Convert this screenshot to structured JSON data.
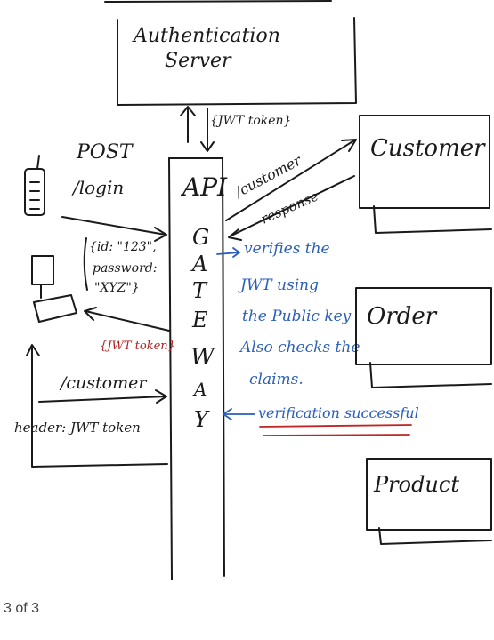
{
  "auth_server": {
    "line1": "Authentication",
    "line2": "Server"
  },
  "jwt_token_auth": "{JWT token}",
  "client": {
    "post": "POST",
    "login": "/login",
    "body_id": "{id: \"123\",",
    "body_password": "password:",
    "body_value": "\"XYZ\"}",
    "jwt_token_return": "{JWT token}",
    "customer_route": "/customer",
    "header": "header: JWT token"
  },
  "gateway": {
    "api": "API",
    "letters": [
      "G",
      "A",
      "T",
      "E",
      "W",
      "A",
      "Y"
    ]
  },
  "service_calls": {
    "customer_route": "/customer",
    "response": "response"
  },
  "notes": {
    "lines": [
      "verifies the",
      "JWT using",
      "the Public key",
      "Also checks the",
      "claims."
    ],
    "success": "verification successful"
  },
  "services": {
    "customer": "Customer",
    "order": "Order",
    "product": "Product"
  },
  "page_indicator": "3 of 3",
  "colors": {
    "ink": "#1a1a1a",
    "note_blue": "#2b5fb8",
    "accent_red": "#c02424"
  }
}
